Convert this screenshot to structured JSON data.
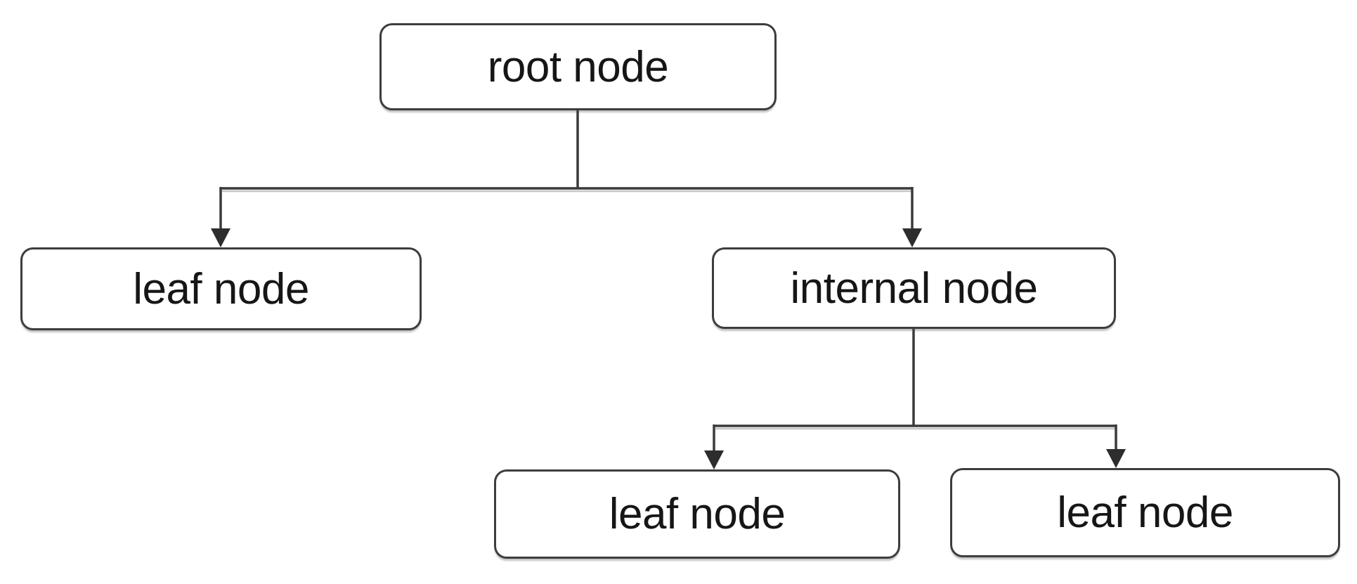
{
  "diagram": {
    "type": "tree",
    "nodes": {
      "root": {
        "label": "root node"
      },
      "leaf_left": {
        "label": "leaf node"
      },
      "internal": {
        "label": "internal node"
      },
      "child_leaf_left": {
        "label": "leaf node"
      },
      "child_leaf_right": {
        "label": "leaf node"
      }
    },
    "edges": [
      {
        "from": "root",
        "to": "leaf_left",
        "arrow": "down"
      },
      {
        "from": "root",
        "to": "internal",
        "arrow": "down"
      },
      {
        "from": "internal",
        "to": "child_leaf_left",
        "arrow": "down"
      },
      {
        "from": "internal",
        "to": "child_leaf_right",
        "arrow": "down"
      }
    ],
    "colors": {
      "background": "#ffffff",
      "node_border": "#3d3d3d",
      "connector": "#3a3a3a",
      "connector_shadow": "#c6c6c6",
      "text": "#161616"
    }
  }
}
